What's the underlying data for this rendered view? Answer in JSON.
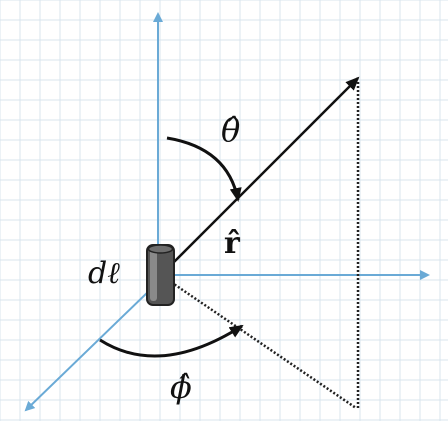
{
  "labels": {
    "dl": "dℓ",
    "theta_hat": "θ̂",
    "r_hat": "r̂",
    "phi_hat": "ϕ̂"
  },
  "colors": {
    "background": "#ffffff",
    "grid": "#d9e4ee",
    "axis": "#6aaad6",
    "vector": "#111111",
    "dipole": "#555555"
  }
}
